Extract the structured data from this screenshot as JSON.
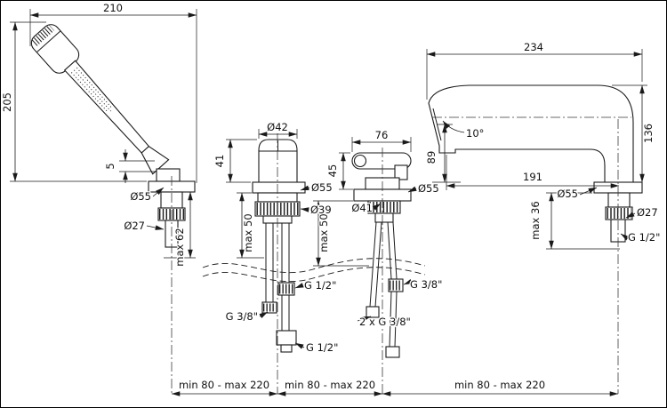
{
  "drawing": {
    "title": "bathtub-faucet-dimension-drawing",
    "handshower": {
      "width": "210",
      "height": "205",
      "gap": "5",
      "plate_d": "Ø55",
      "stem_d": "Ø27",
      "deck_max": "max 62"
    },
    "valve": {
      "knob_d": "Ø42",
      "knob_h": "41",
      "plate_d": "Ø55",
      "nut_d": "Ø39",
      "deck_max": "max 50",
      "conn_top": "G 1/2\"",
      "conn_left": "G 3/8\"",
      "conn_bottom": "G 1/2\""
    },
    "mixer": {
      "lever_w": "76",
      "lever_h": "45",
      "body_d": "Ø41",
      "plate_d": "Ø55",
      "deck_max": "max 50",
      "conn_right": "G 3/8\"",
      "conn_bottom": "2 x G 3/8\""
    },
    "spout": {
      "reach": "234",
      "height": "136",
      "angle": "10°",
      "outlet_h": "89",
      "outlet_reach": "191",
      "plate_d": "Ø55",
      "deck_max": "max 36",
      "stem_d": "Ø27",
      "conn": "G 1/2\""
    },
    "spacing": {
      "left": "min 80 - max 220",
      "middle": "min 80 - max 220",
      "right": "min 80 - max 220"
    }
  }
}
